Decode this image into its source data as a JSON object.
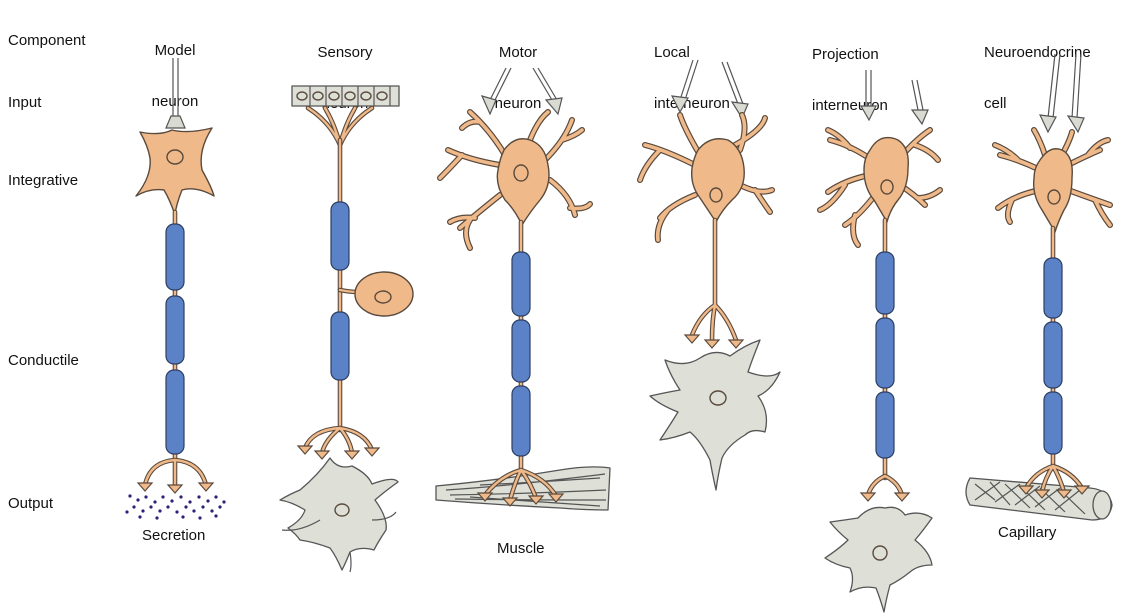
{
  "row_labels": {
    "component": "Component",
    "input": "Input",
    "integrative": "Integrative",
    "conductile": "Conductile",
    "output": "Output"
  },
  "columns": [
    {
      "title_line1": "Model",
      "title_line2": "neuron"
    },
    {
      "title_line1": "Sensory",
      "title_line2": "neuron"
    },
    {
      "title_line1": "Motor",
      "title_line2": "neuron"
    },
    {
      "title_line1": "Local",
      "title_line2": "interneuron"
    },
    {
      "title_line1": "Projection",
      "title_line2": "interneuron"
    },
    {
      "title_line1": "Neuroendocrine",
      "title_line2": "cell"
    }
  ],
  "targets": {
    "secretion": "Secretion",
    "muscle": "Muscle",
    "capillary": "Capillary"
  },
  "colors": {
    "soma": "#f0b98a",
    "outline": "#5a4a3c",
    "myelin": "#5b82c6",
    "target_cell": "#dedfd6",
    "secretion_dots": "#2a2277"
  }
}
